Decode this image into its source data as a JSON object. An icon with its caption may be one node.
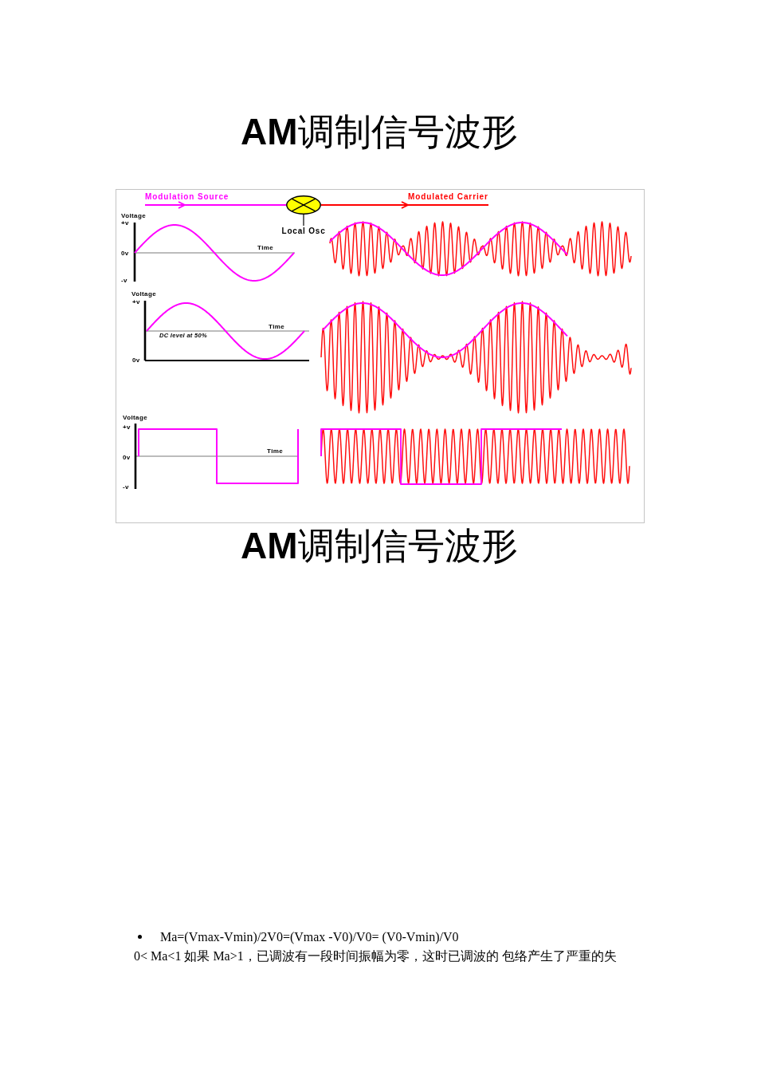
{
  "diagram": {
    "title": "**AM**调制信号波形",
    "caption": "**AM**调制信号波形",
    "nodes": [
      {
        "text": [
          "Modulation Source"
        ]
      },
      {
        "text": [],
        "shape": "circle"
      },
      {
        "text": [
          "Modulated Carrier"
        ]
      },
      {
        "text": [
          "Local Osc"
        ]
      }
    ],
    "edges": [
      {
        "from": 0,
        "to": 1,
        "arrow": "to",
        "color": "#ff00ff"
      },
      {
        "from": 1,
        "to": 2,
        "arrow": "to",
        "color": "#ff0000"
      },
      {
        "from": 3,
        "to": 1,
        "arrow": "none",
        "color": "#000000"
      }
    ],
    "labels": [
      "Voltage",
      "+v",
      "0v",
      "Time",
      "-v",
      "Voltage",
      "+v",
      "Time",
      "DC level at 50%",
      "0v",
      "Voltage",
      "+v",
      "0v",
      "Time",
      "-v",
      "Ma=(Vmax-Vmin)/2V0=(Vmax -V0)/V0= (V0-Vmin)/V0",
      "0< Ma<1 如果 Ma>1，已调波有一段时间振幅为零，这时已调波的 包络产生了严重的失"
    ]
  }
}
